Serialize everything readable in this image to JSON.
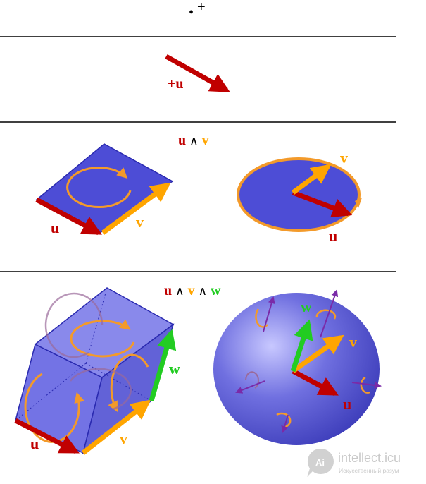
{
  "rows": {
    "scalar": {
      "dot": "•",
      "sign": "+"
    },
    "vector": {
      "label": "+u"
    },
    "bivector": {
      "title_u": "u",
      "title_wedge": "∧",
      "title_v": "v",
      "para_u": "u",
      "para_v": "v",
      "disk_u": "u",
      "disk_v": "v"
    },
    "trivector": {
      "title_u": "u",
      "title_wedge1": "∧",
      "title_v": "v",
      "title_wedge2": "∧",
      "title_w": "w",
      "box_u": "u",
      "box_v": "v",
      "box_w": "w",
      "sphere_u": "u",
      "sphere_v": "v",
      "sphere_w": "w"
    }
  },
  "watermark": {
    "title": "intellect.icu",
    "subtitle": "Искусственный разум",
    "logo_letter": "Ai"
  },
  "colors": {
    "u": "#c00000",
    "v": "#ffa500",
    "w": "#22cc22",
    "fill": "#4d4dd6",
    "orange_outline": "#f39a2a",
    "purple": "#7a2aa8"
  }
}
